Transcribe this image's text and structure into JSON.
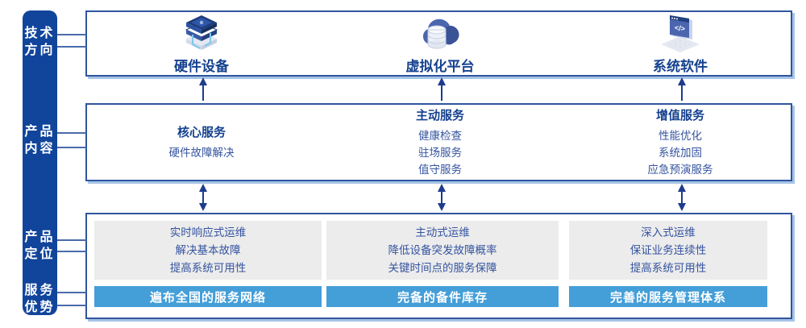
{
  "colors": {
    "bar_bg": "#11459B",
    "box_border": "#2F559E",
    "box_shadow": "#A6C4E6",
    "heading": "#15418F",
    "body_text": "#35549F",
    "panel_bg": "#ECECEC",
    "banner_bg": "#449ED8",
    "banner_text": "#FFFFFF",
    "arrow": "#1E3C8C",
    "connector": "#4A6BAB"
  },
  "sidebar": {
    "items": [
      {
        "label": "技术\n方向"
      },
      {
        "label": "产品\n内容"
      },
      {
        "label": "产品\n定位"
      },
      {
        "label": "服务\n优势"
      }
    ]
  },
  "tech_row": {
    "items": [
      {
        "icon": "server-stack-icon",
        "label": "硬件设备"
      },
      {
        "icon": "cloud-database-icon",
        "label": "虚拟化平台"
      },
      {
        "icon": "code-window-icon",
        "label": "系统软件"
      }
    ]
  },
  "content_row": {
    "columns": [
      {
        "title": "核心服务",
        "items": [
          "硬件故障解决"
        ]
      },
      {
        "title": "主动服务",
        "items": [
          "健康检查",
          "驻场服务",
          "值守服务"
        ]
      },
      {
        "title": "增值服务",
        "items": [
          "性能优化",
          "系统加固",
          "应急预演服务"
        ]
      }
    ]
  },
  "position_row": {
    "columns": [
      {
        "points": [
          "实时响应式运维",
          "解决基本故障",
          "提高系统可用性"
        ],
        "banner": "遍布全国的服务网络"
      },
      {
        "points": [
          "主动式运维",
          "降低设备突发故障概率",
          "关键时间点的服务保障"
        ],
        "banner": "完备的备件库存"
      },
      {
        "points": [
          "深入式运维",
          "保证业务连续性",
          "提高系统可用性"
        ],
        "banner": "完善的服务管理体系"
      }
    ]
  }
}
